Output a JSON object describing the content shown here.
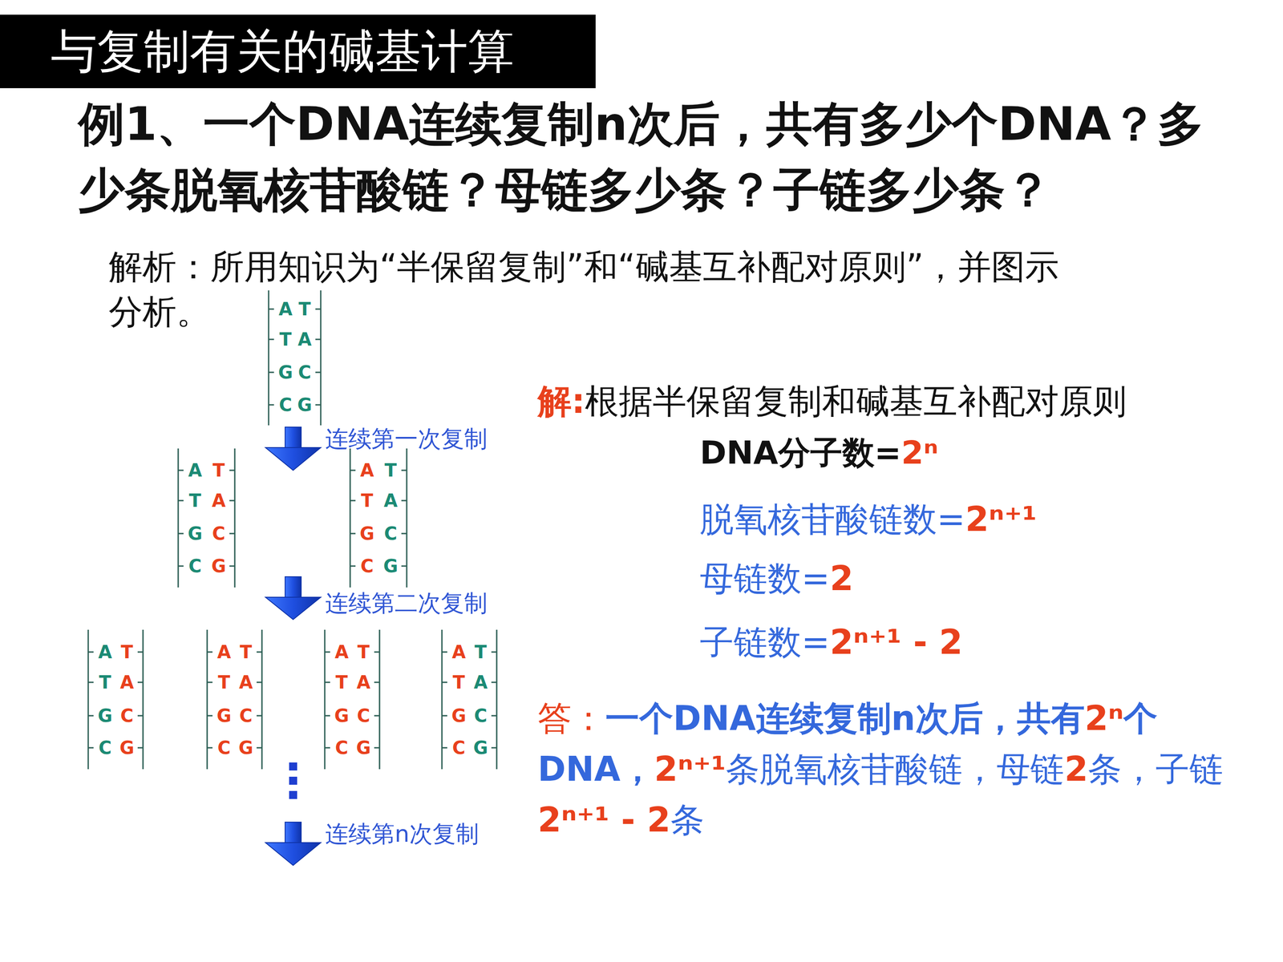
{
  "diagram": {
    "title": "与复制有关的碱基计算",
    "labels": [
      "例1、一个DNA连续复制n次后，共有多少个DNA？多少条脱氧核苷酸链？母链多少条？子链多少条？",
      "解析：所用知识为“半保留复制”和“碱基互补配对原则”，并图示分析。",
      "A",
      "T",
      "T",
      "A",
      "G",
      "C",
      "C",
      "G",
      "连续第一次复制",
      "A",
      "T",
      "T",
      "A",
      "G",
      "C",
      "C",
      "G",
      "A",
      "T",
      "T",
      "A",
      "G",
      "C",
      "C",
      "G",
      "连续第二次复制",
      "A",
      "T",
      "T",
      "A",
      "G",
      "C",
      "C",
      "G",
      "A",
      "T",
      "T",
      "A",
      "G",
      "C",
      "C",
      "G",
      "A",
      "T",
      "T",
      "A",
      "G",
      "C",
      "C",
      "G",
      "A",
      "T",
      "T",
      "A",
      "G",
      "C",
      "C",
      "G",
      "连续第n次复制",
      "解:",
      "根据半保留复制和碱基互补配对原则",
      "DNA分子数=",
      "2ⁿ",
      "脱氧核苷酸链数=",
      "2ⁿ⁺¹",
      "母链数=",
      "2",
      "子链数=",
      "2ⁿ⁺¹ - 2",
      "答：",
      "一个DNA连续复制n次后，共有",
      "2ⁿ",
      "个DNA，",
      "2ⁿ⁺¹",
      "条脱氧核苷酸链，母链",
      "2",
      "条，子链",
      "2ⁿ⁺¹ - 2",
      "条"
    ]
  }
}
